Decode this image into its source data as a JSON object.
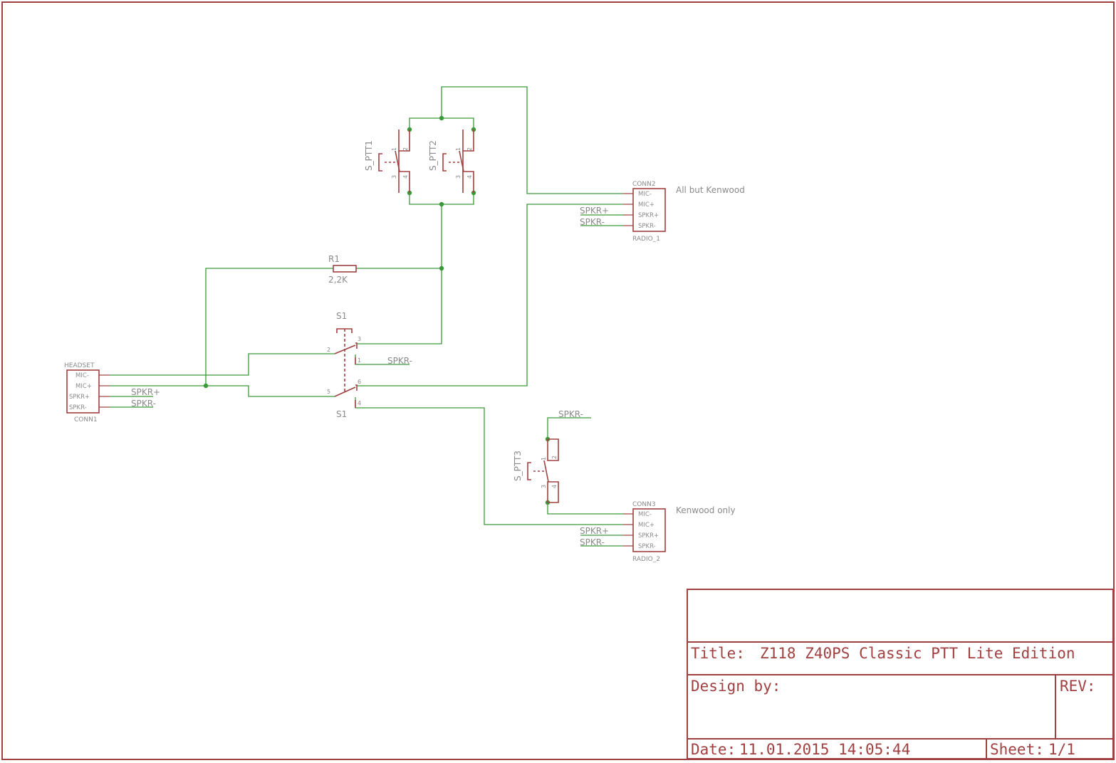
{
  "parts": {
    "headset": {
      "name": "HEADSET",
      "ref": "CONN1",
      "pins": [
        "MIC-",
        "MIC+",
        "SPKR+",
        "SPKR-"
      ]
    },
    "radio1": {
      "name": "CONN2",
      "ref": "RADIO_1",
      "pins": [
        "MIC-",
        "MIC+",
        "SPKR+",
        "SPKR-"
      ],
      "note": "All but Kenwood"
    },
    "radio2": {
      "name": "CONN3",
      "ref": "RADIO_2",
      "pins": [
        "MIC-",
        "MIC+",
        "SPKR+",
        "SPKR-"
      ],
      "note": "Kenwood only"
    },
    "resistor": {
      "name": "R1",
      "value": "2,2K"
    },
    "switch_s1": {
      "name": "S1",
      "pins": [
        "1",
        "2",
        "3",
        "4",
        "5",
        "6"
      ]
    },
    "ptt1": {
      "name": "S_PTT1",
      "pins": [
        "1",
        "2",
        "3",
        "4"
      ]
    },
    "ptt2": {
      "name": "S_PTT2",
      "pins": [
        "1",
        "2",
        "3",
        "4"
      ]
    },
    "ptt3": {
      "name": "S_PTT3",
      "pins": [
        "1",
        "2",
        "3",
        "4"
      ]
    }
  },
  "net_labels": {
    "spkr_plus": "SPKR+",
    "spkr_minus": "SPKR-"
  },
  "title_block": {
    "title_label": "Title:",
    "title": "Z118 Z40PS Classic PTT Lite Edition",
    "design_label": "Design by:",
    "rev_label": "REV:",
    "date_label": "Date:",
    "date": "11.01.2015 14:05:44",
    "sheet_label": "Sheet:",
    "sheet": "1/1"
  }
}
